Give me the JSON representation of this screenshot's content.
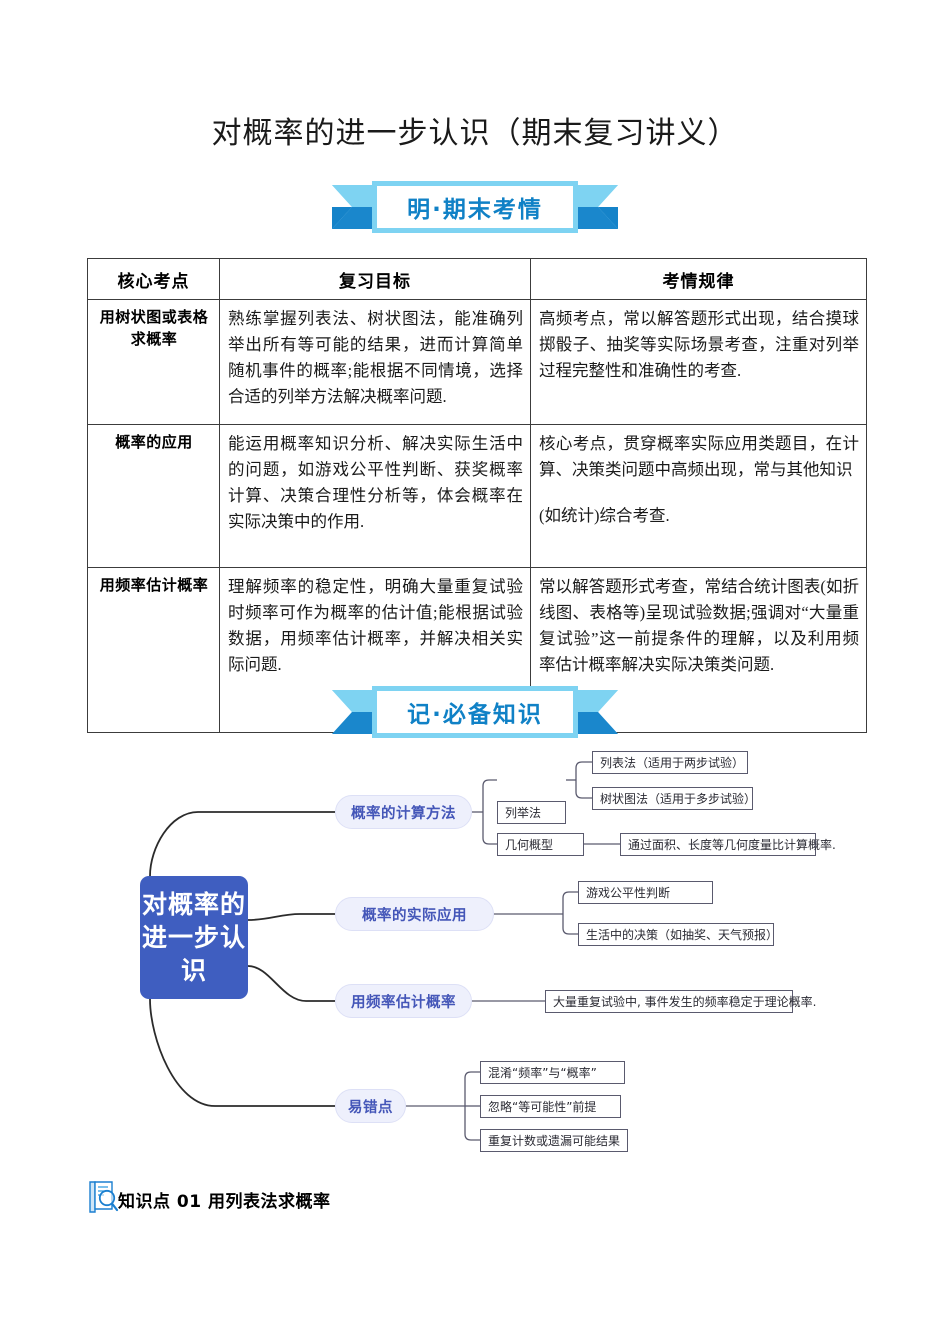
{
  "document": {
    "title": "对概率的进一步认识（期末复习讲义）"
  },
  "banners": [
    {
      "name": "exam-overview",
      "label": "明·期末考情",
      "color": "#1081c6"
    },
    {
      "name": "essential-knowledge",
      "label": "记·必备知识",
      "color": "#1081c6"
    }
  ],
  "table": {
    "headers": [
      "核心考点",
      "复习目标",
      "考情规律"
    ],
    "rows": [
      {
        "point": "用树状图或表格求概率",
        "goal": [
          "熟练掌握列表法、树状图法，能准确列举出所有等可能的结果，进而计算简单随机事件的概率;能根据不同情境，选择合适的列举方法解决概率问题."
        ],
        "pattern": [
          "高频考点，常以解答题形式出现，结合摸球掷骰子、抽奖等实际场景考查，注重对列举过程完整性和准确性的考查."
        ]
      },
      {
        "point": "概率的应用",
        "goal": [
          "能运用概率知识分析、解决实际生活中的问题，如游戏公平性判断、获奖概率计算、决策合理性分析等，体会概率在实际决策中的作用."
        ],
        "pattern": [
          "核心考点，贯穿概率实际应用类题目，在计算、决策类问题中高频出现，常与其他知识",
          "(如统计)综合考查."
        ]
      },
      {
        "point": "用频率估计概率",
        "goal": [
          "理解频率的稳定性，明确大量重复试验时频率可作为概率的估计值;能根据试验数据，用频率估计概率，并解决相关实际问题."
        ],
        "pattern": [
          "常以解答题形式考查，常结合统计图表(如折线图、表格等)呈现试验数据;强调对“大量重复试验”这一前提条件的理解，以及利用频率估计概率解决实际决策类问题."
        ]
      }
    ]
  },
  "mindmap": {
    "root": "对概率的进一步认识",
    "root_color": "#3f5ec0",
    "branches": [
      {
        "label": "概率的计算方法",
        "children": [
          {
            "label": "列举法",
            "leaves": [
              "列表法（适用于两步试验）",
              "树状图法（适用于多步试验）"
            ]
          },
          {
            "label": "几何概型",
            "leaves": [
              "通过面积、长度等几何度量比计算概率."
            ]
          }
        ]
      },
      {
        "label": "概率的实际应用",
        "children": [],
        "leaves": [
          "游戏公平性判断",
          "生活中的决策（如抽奖、天气预报）"
        ]
      },
      {
        "label": "用频率估计概率",
        "children": [],
        "leaves": [
          "大量重复试验中, 事件发生的频率稳定于理论概率."
        ]
      },
      {
        "label": "易错点",
        "children": [],
        "leaves": [
          "混淆“频率”与“概率”",
          "忽略“等可能性”前提",
          "重复计数或遗漏可能结果"
        ]
      }
    ]
  },
  "section": {
    "icon": "book-magnifier-icon",
    "heading": "知识点 01  用列表法求概率"
  }
}
